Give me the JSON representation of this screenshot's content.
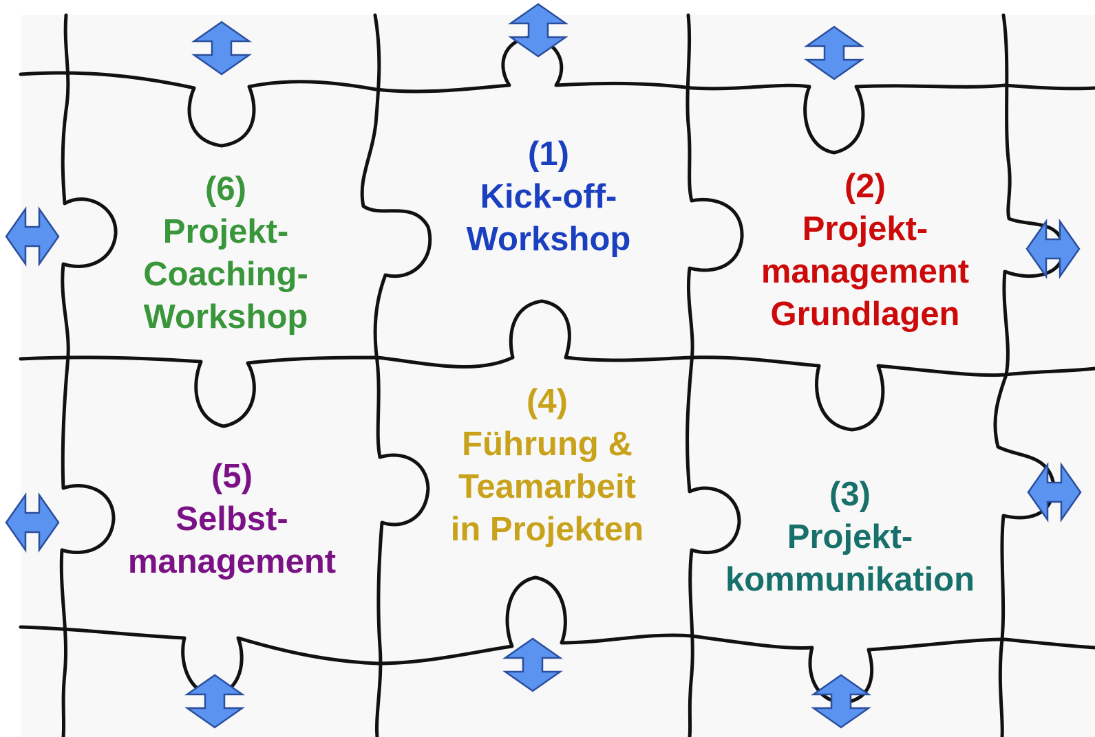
{
  "pieces": [
    {
      "id": "p1",
      "number": "(1)",
      "lines": [
        "Kick-off-",
        "Workshop"
      ],
      "color": "#1a3fbf"
    },
    {
      "id": "p2",
      "number": "(2)",
      "lines": [
        "Projekt-",
        "management",
        "Grundlagen"
      ],
      "color": "#cc0a0a"
    },
    {
      "id": "p3",
      "number": "(3)",
      "lines": [
        "Projekt-",
        "kommunikation"
      ],
      "color": "#17706a"
    },
    {
      "id": "p4",
      "number": "(4)",
      "lines": [
        "Führung &",
        "Teamarbeit",
        "in Projekten"
      ],
      "color": "#c9a21c"
    },
    {
      "id": "p5",
      "number": "(5)",
      "lines": [
        "Selbst-",
        "management"
      ],
      "color": "#7a1286"
    },
    {
      "id": "p6",
      "number": "(6)",
      "lines": [
        "Projekt-",
        "Coaching-",
        "Workshop"
      ],
      "color": "#3a963a"
    }
  ],
  "colors": {
    "background": "#f8f8f8",
    "outline": "#111111",
    "arrow_fill": "#5b94f0",
    "arrow_stroke": "#2a4e9e"
  },
  "icons": {
    "vertical_arrow": "double-arrow-vertical-icon",
    "horizontal_arrow": "double-arrow-horizontal-icon"
  }
}
